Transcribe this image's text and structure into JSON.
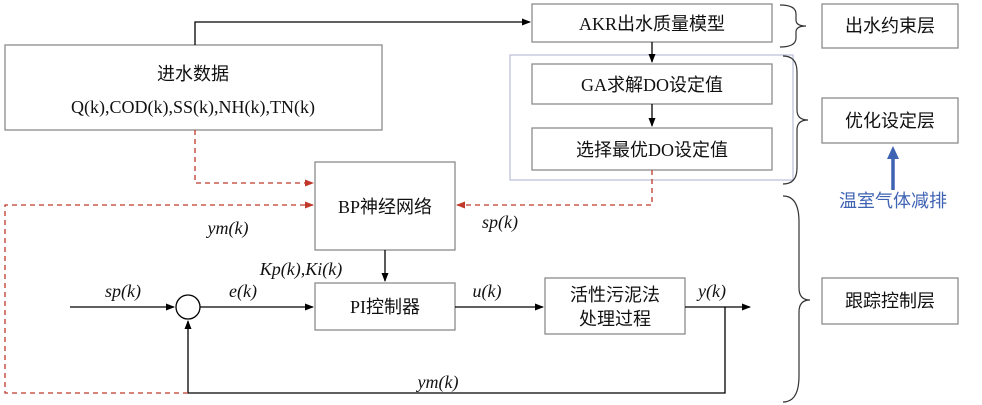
{
  "inflow": {
    "title": "进水数据",
    "vars": "Q(k),COD(k),SS(k),NH(k),TN(k)"
  },
  "blocks": {
    "akr": "AKR出水质量模型",
    "ga": "GA求解DO设定值",
    "select": "选择最优DO设定值",
    "bp": "BP神经网络",
    "pi": "PI控制器",
    "process_line1": "活性污泥法",
    "process_line2": "处理过程"
  },
  "layers": {
    "effluent": "出水约束层",
    "optimization": "优化设定层",
    "tracking": "跟踪控制层"
  },
  "signals": {
    "ym_to_bp": "ym(k)",
    "sp_to_bp": "sp(k)",
    "kp_ki": "Kp(k),Ki(k)",
    "sp_input": "sp(k)",
    "error": "e(k)",
    "control": "u(k)",
    "output": "y(k)",
    "ym_feedback": "ym(k)"
  },
  "annotation": "温室气体减排",
  "colors": {
    "dashed_link": "#c0392b",
    "annotation": "#3f63b3",
    "box_border": "#8c8c8c"
  }
}
